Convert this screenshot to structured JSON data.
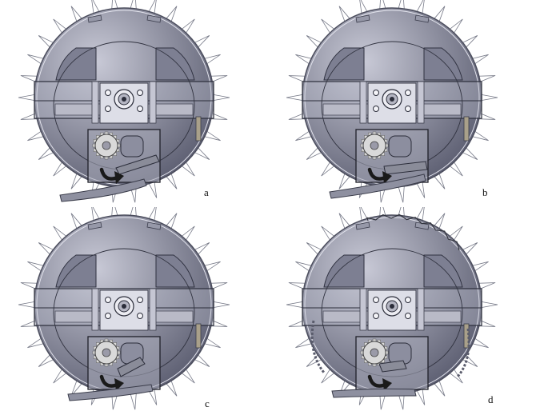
{
  "figure": {
    "panels": [
      {
        "label": "a",
        "variant": "a"
      },
      {
        "label": "b",
        "variant": "b"
      },
      {
        "label": "c",
        "variant": "c"
      },
      {
        "label": "d",
        "variant": "d"
      }
    ]
  },
  "colors": {
    "shell_light": "#c8c9d6",
    "shell_dark": "#5e6073",
    "spike": "#ffffff",
    "spike_stroke": "#777a88",
    "gear": "#d9d9d9",
    "arrow": "#1a1a1a",
    "arm": "#8a8c99"
  }
}
